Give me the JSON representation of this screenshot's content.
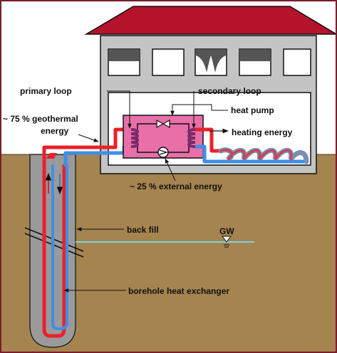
{
  "labels": {
    "primary_loop": "primary loop",
    "secondary_loop": "secondary loop",
    "heat_pump": "heat pump",
    "geothermal_line1": "~ 75 % geothermal",
    "geothermal_line2": "energy",
    "heating_energy": "heating energy",
    "external_energy": "~ 25 % external energy",
    "gw": "GW",
    "back_fill": "back fill",
    "borehole_heat_exchanger": "borehole heat exchanger"
  },
  "colors": {
    "border": "#7a1d2c",
    "sky": "#ffffff",
    "ground": "#a5844f",
    "roof": "#b5122c",
    "house_wall": "#c4c4c4",
    "window_pane": "#555555",
    "basement": "#ffffff",
    "heat_pump_fill": "#e86fa8",
    "hot_pipe": "#e8212a",
    "cold_pipe": "#3e8fe5",
    "borehole_fill": "#9a9a9a",
    "groundwater_line": "#77d4e8"
  }
}
